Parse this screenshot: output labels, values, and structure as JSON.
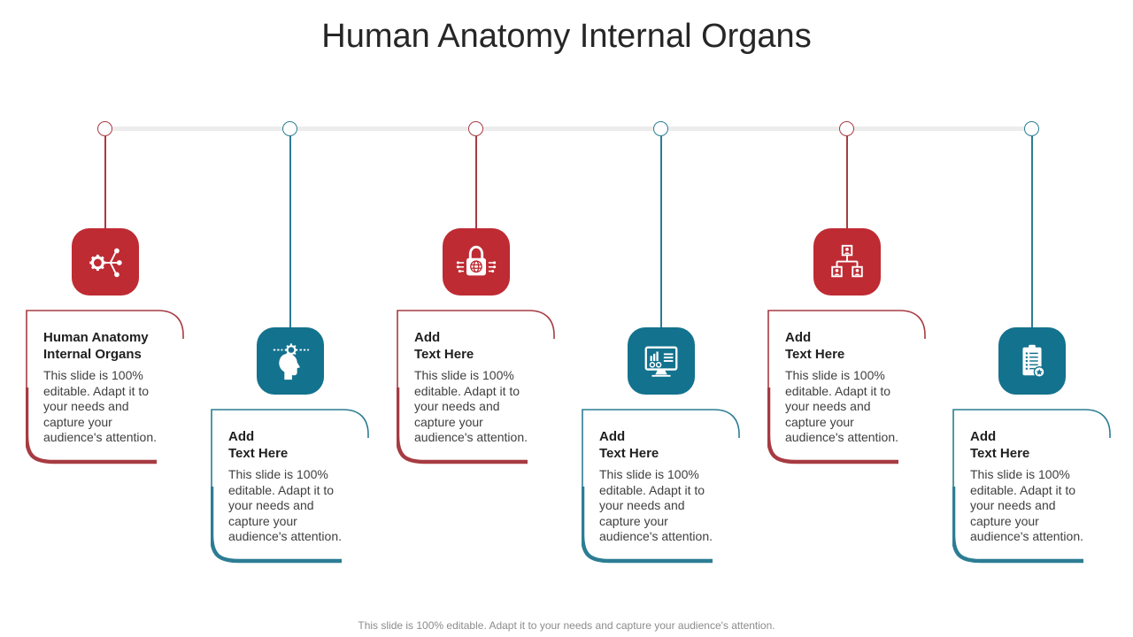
{
  "slide": {
    "title": "Human Anatomy Internal Organs",
    "footer": "This slide is 100% editable. Adapt it to your needs and capture your audience's attention."
  },
  "colors": {
    "red_tile": "#BE2B33",
    "red_line": "#A73B42",
    "teal_tile": "#13728E",
    "teal_line": "#2C7D93",
    "timeline_rail": "#ECECEC",
    "heading_text": "#1F1F1F",
    "body_text": "#3F3F3F",
    "footer_text": "#8C8C8C"
  },
  "items": [
    {
      "color": "red",
      "icon": "share-network-gear-icon",
      "heading1": "Human Anatomy",
      "heading2": "Internal Organs",
      "body": "This slide is 100% editable. Adapt it to your needs and capture your audience's attention."
    },
    {
      "color": "teal",
      "icon": "mind-gear-icon",
      "heading1": "Add",
      "heading2": "Text Here",
      "body": "This slide is 100% editable. Adapt it to your needs and capture your audience's attention."
    },
    {
      "color": "red",
      "icon": "cyber-lock-icon",
      "heading1": "Add",
      "heading2": "Text Here",
      "body": "This slide is 100% editable. Adapt it to your needs and capture your audience's attention."
    },
    {
      "color": "teal",
      "icon": "dashboard-monitor-icon",
      "heading1": "Add",
      "heading2": "Text Here",
      "body": "This slide is 100% editable. Adapt it to your needs and capture your audience's attention."
    },
    {
      "color": "red",
      "icon": "org-chart-icon",
      "heading1": "Add",
      "heading2": "Text Here",
      "body": "This slide is 100% editable. Adapt it to your needs and capture your audience's attention."
    },
    {
      "color": "teal",
      "icon": "clipboard-star-icon",
      "heading1": "Add",
      "heading2": "Text Here",
      "body": "This slide is 100% editable. Adapt it to your needs and capture your audience's attention."
    }
  ]
}
